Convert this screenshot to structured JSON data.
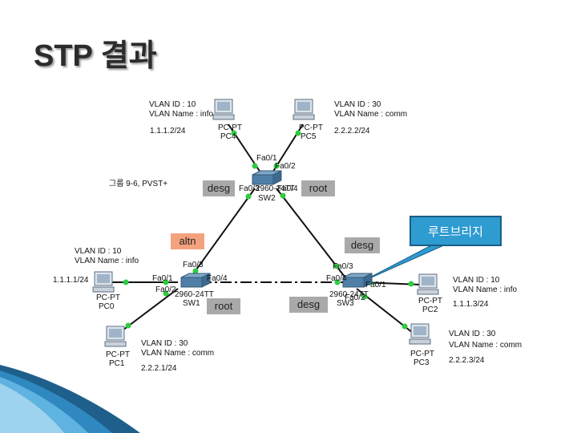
{
  "title": "STP 결과",
  "pcs": {
    "pc4": {
      "vlan_id": "VLAN ID : 10",
      "vlan_name": "VLAN Name : info",
      "ip": "1.1.1.2/24",
      "type": "PC-PT",
      "name": "PC4"
    },
    "pc5": {
      "vlan_id": "VLAN ID : 30",
      "vlan_name": "VLAN Name : comm",
      "ip": "2.2.2.2/24",
      "type": "PC-PT",
      "name": "PC5"
    },
    "pc0": {
      "vlan_id": "VLAN ID : 10",
      "vlan_name": "VLAN Name : info",
      "ip": "1.1.1.1/24",
      "type": "PC-PT",
      "name": "PC0"
    },
    "pc1": {
      "vlan_id": "VLAN ID : 30",
      "vlan_name": "VLAN Name : comm",
      "ip": "2.2.2.1/24",
      "type": "PC-PT",
      "name": "PC1"
    },
    "pc2": {
      "vlan_id": "VLAN ID : 10",
      "vlan_name": "VLAN Name : info",
      "ip": "1.1.1.3/24",
      "type": "PC-PT",
      "name": "PC2"
    },
    "pc3": {
      "vlan_id": "VLAN ID : 30",
      "vlan_name": "VLAN Name : comm",
      "ip": "2.2.2.3/24",
      "type": "PC-PT",
      "name": "PC3"
    }
  },
  "switches": {
    "sw1": {
      "model": "2960-24TT",
      "name": "SW1"
    },
    "sw2": {
      "model": "2960-24TT",
      "name": "SW2"
    },
    "sw3": {
      "model": "2960-24TT",
      "name": "SW3"
    }
  },
  "ports": {
    "sw2_fa01": "Fa0/1",
    "sw2_fa02": "Fa0/2",
    "sw2_fa03": "Fa0/3",
    "sw2_fa04": "Fa0/4",
    "sw1_fa03": "Fa0/3",
    "sw1_fa01": "Fa0/1",
    "sw1_fa02": "Fa0/2",
    "sw1_fa04": "Fa0/4",
    "sw3_fa03": "Fa0/3",
    "sw3_fa04": "Fa0/4",
    "sw3_fa01": "Fa0/1",
    "sw3_fa02": "Fa0/2"
  },
  "group_note": "그룹 9-6, PVST+",
  "roles": {
    "sw2_left": "desg",
    "sw2_right": "root",
    "sw1_top": "altn",
    "sw3_top": "desg",
    "sw1_bottom": "root",
    "sw3_bottom": "desg"
  },
  "callout": "루트브리지",
  "colors": {
    "callout": "#2e9bd1",
    "role_gray": "#a9a9a9",
    "role_orange": "#f4a27e",
    "link_dot": "#2ecc40"
  }
}
